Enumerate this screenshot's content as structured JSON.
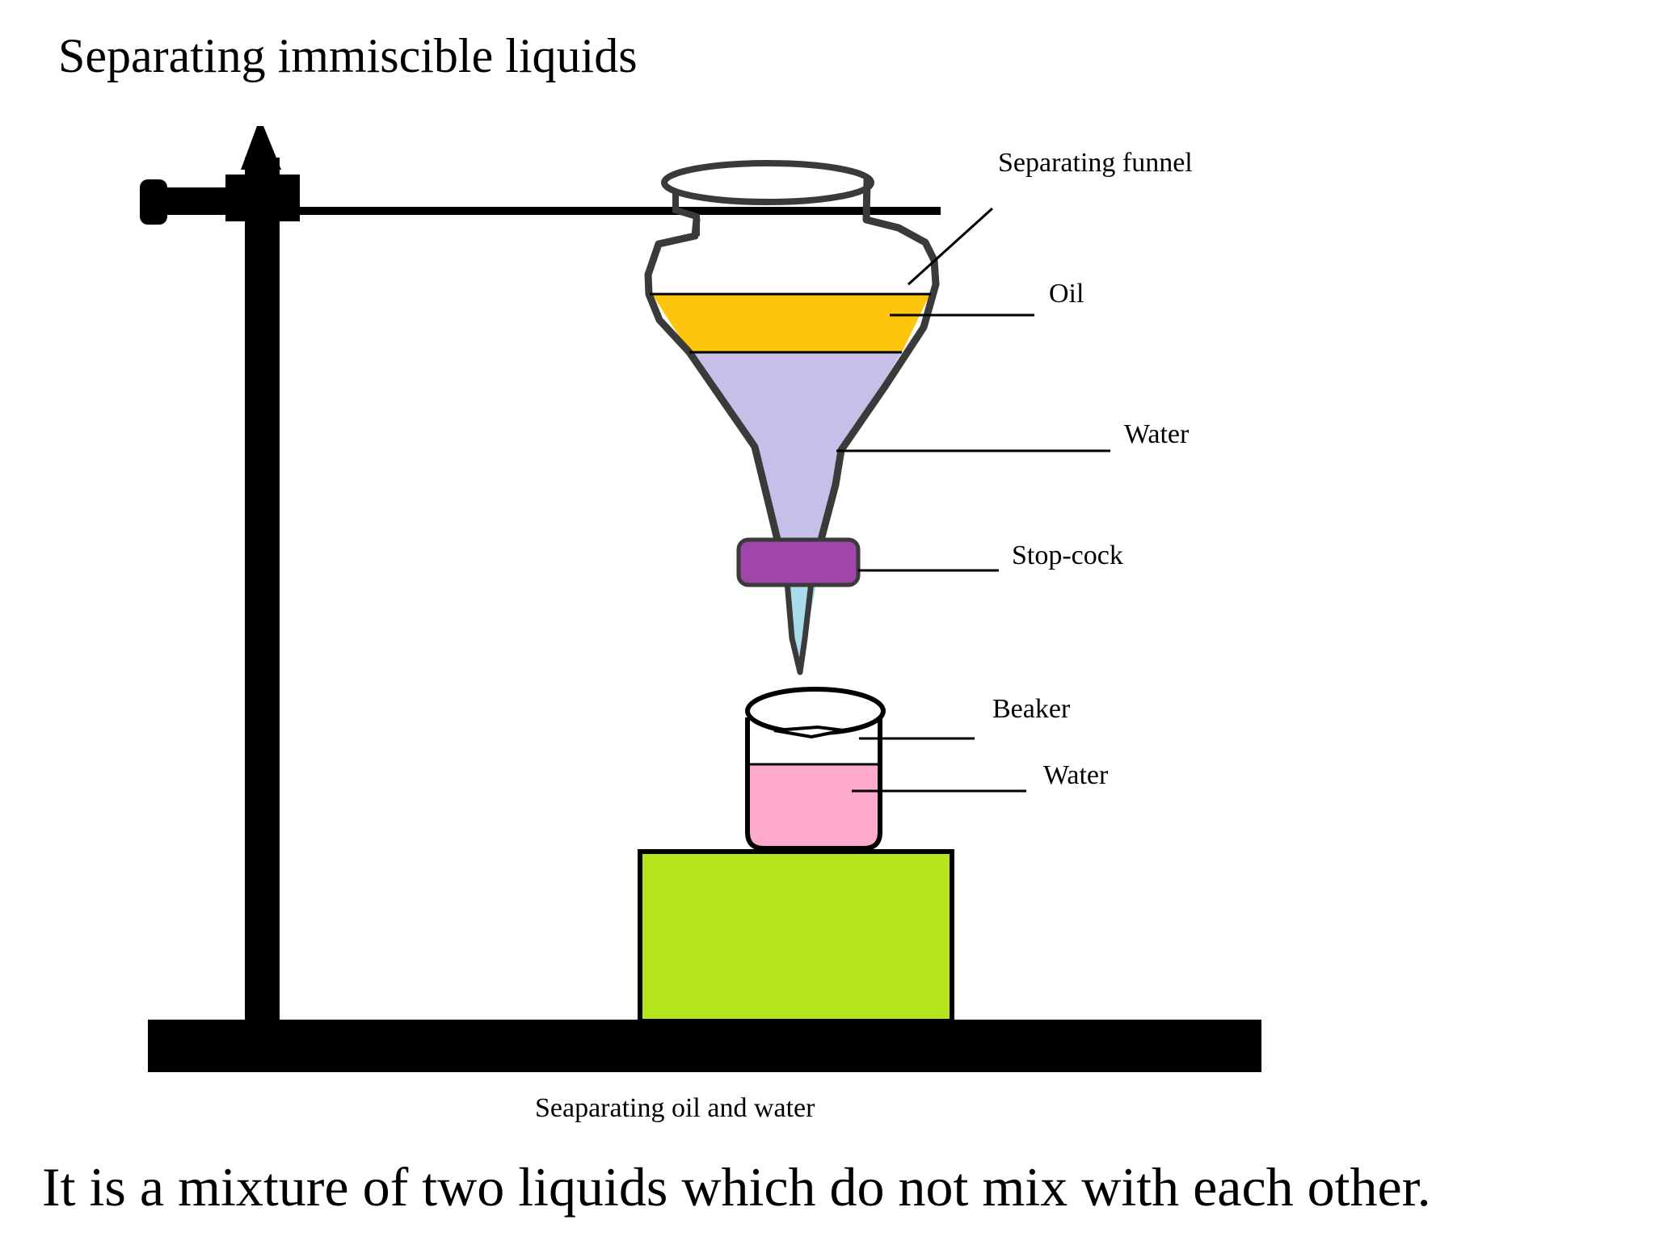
{
  "title": "Separating immiscible liquids",
  "labels": {
    "separating_funnel": "Separating funnel",
    "oil": "Oil",
    "water_funnel": "Water",
    "stop_cock": "Stop-cock",
    "beaker": "Beaker",
    "water_beaker": "Water"
  },
  "caption": "Seaparating oil and water",
  "statement": "It is a mixture of two liquids which do not mix with each other.",
  "colors": {
    "oil": "#FDC60C",
    "water_funnel": "#C6BFE8",
    "stopcock": "#A045A9",
    "water_beaker": "#FDAACC",
    "block": "#B3E41C",
    "drip": "#A8DCEB",
    "outline": "#3A3A3A",
    "stand": "#000000"
  }
}
